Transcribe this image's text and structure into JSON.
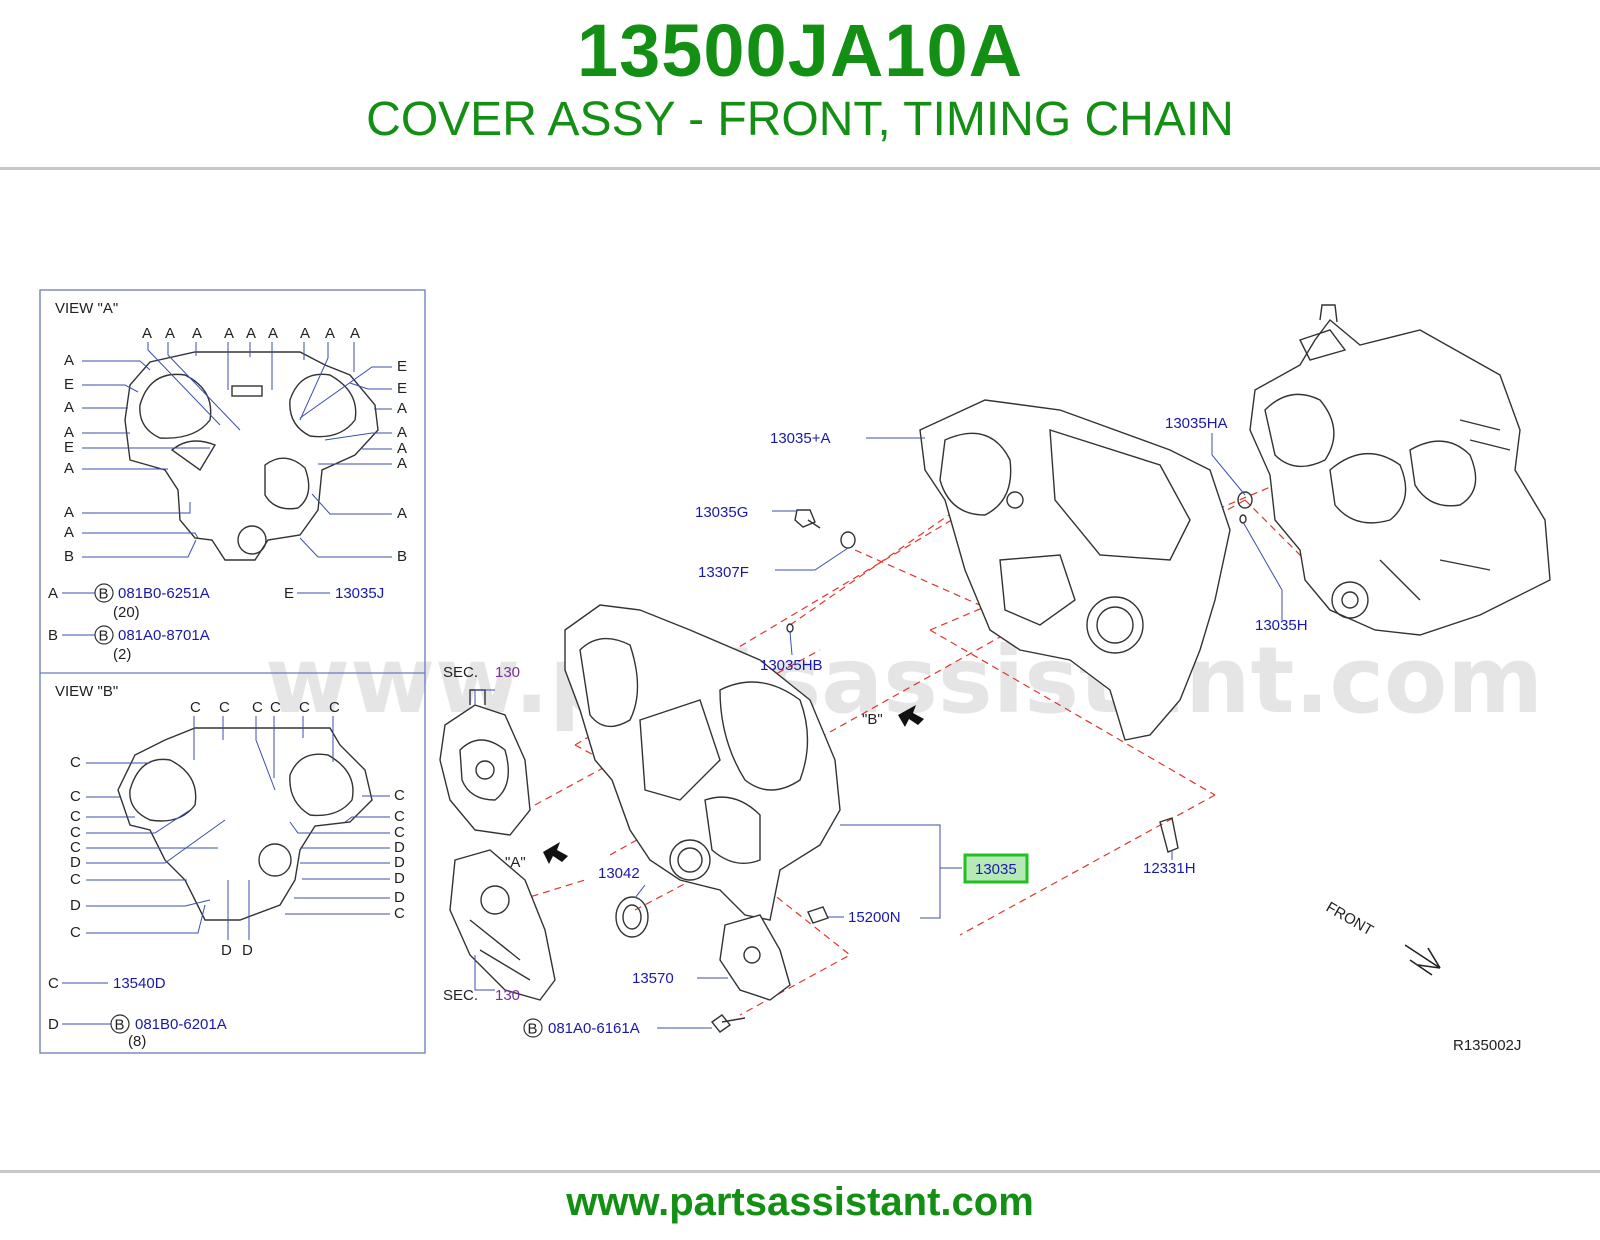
{
  "header": {
    "part_number": "13500JA10A",
    "description": "COVER ASSY - FRONT, TIMING CHAIN"
  },
  "footer": {
    "url": "www.partsassistant.com"
  },
  "watermark": "www.partsassistant.com",
  "colors": {
    "brand_green": "#138f13",
    "part_blue": "#1a1aa8",
    "leader_blue": "#3a4fb0",
    "cut_red": "#e0352a",
    "highlight_green": "#22c022"
  },
  "view_a": {
    "title": "VIEW   \"A\"",
    "legend": {
      "a_letter": "A",
      "a_b": "B",
      "a_part": "081B0-6251A",
      "a_qty": "(20)",
      "e_letter": "E",
      "e_part": "13035J",
      "b_letter": "B",
      "b_b": "B",
      "b_part": "081A0-8701A",
      "b_qty": "(2)"
    }
  },
  "view_b": {
    "title": "VIEW   \"B\"",
    "legend": {
      "c_letter": "C",
      "c_part": "13540D",
      "d_letter": "D",
      "d_b": "B",
      "d_part": "081B0-6201A",
      "d_qty": "(8)"
    }
  },
  "callouts": {
    "c13035a": "13035+A",
    "c13035g": "13035G",
    "c13307f": "13307F",
    "c13035hb": "13035HB",
    "c13035ha": "13035HA",
    "c13035h": "13035H",
    "c13035": "13035",
    "c12331h": "12331H",
    "c13042": "13042",
    "c15200n": "15200N",
    "c13570": "13570",
    "c081a0_6161a": "081A0-6161A",
    "b_circle": "B",
    "sec1": "SEC.",
    "sec1_num": "130",
    "sec2": "SEC.",
    "sec2_num": "130",
    "view_a_marker": "\"A\"",
    "view_b_marker": "\"B\"",
    "front": "FRONT",
    "ref_code": "R135002J"
  }
}
